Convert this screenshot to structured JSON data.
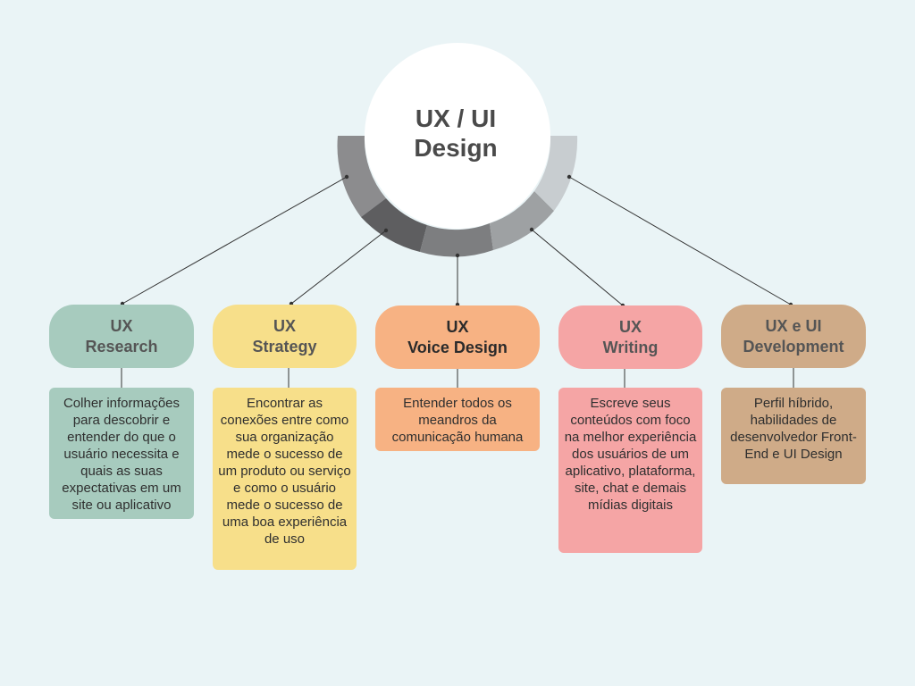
{
  "center": {
    "line1": "UX / UI",
    "line2": "Design"
  },
  "branches": [
    {
      "title1": "UX",
      "title2": "Research",
      "color": "#a7cbbe",
      "description": "Colher informações para descobrir e entender do que o usuário necessita e quais as suas expectativas em um site ou aplicativo"
    },
    {
      "title1": "UX",
      "title2": "Strategy",
      "color": "#f7df8a",
      "description": "Encontrar as conexões entre como sua organização mede o sucesso de um produto ou serviço e como o usuário mede o sucesso de uma boa experiência de uso"
    },
    {
      "title1": "UX",
      "title2": "Voice Design",
      "color": "#f7b283",
      "description": "Entender todos os meandros da comunicação humana"
    },
    {
      "title1": "UX",
      "title2": "Writing",
      "color": "#f5a5a5",
      "description": "Escreve seus conteúdos com foco na melhor experiência dos usuários de um aplicativo, plataforma, site, chat e demais mídias digitais"
    },
    {
      "title1": "UX e UI",
      "title2": "Development",
      "color": "#cfab88",
      "description": "Perfil híbrido, habilidades de desenvolvedor Front-End e UI Design"
    }
  ],
  "ring_colors": [
    "#8c8c8e",
    "#5e5e60",
    "#7d7e80",
    "#9ea1a3",
    "#c8cdd0"
  ]
}
